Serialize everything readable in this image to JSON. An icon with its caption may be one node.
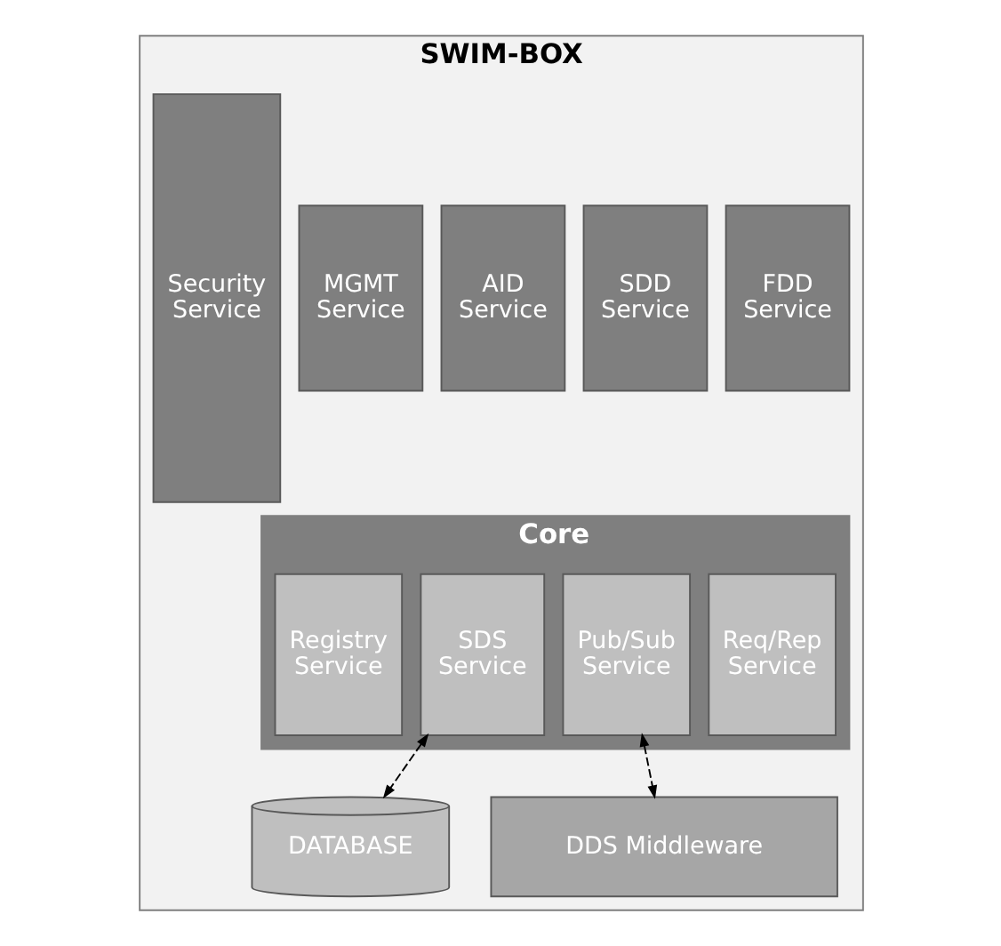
{
  "diagram": {
    "nodes": [
      {
        "text": [
          "SWIM-BOX"
        ]
      },
      {
        "text": [
          "FDD Service"
        ],
        "in": 0
      },
      {
        "text": [
          "SDD Service"
        ],
        "in": 0
      },
      {
        "text": [
          "AID Service"
        ],
        "in": 0
      },
      {
        "text": [
          "MGMT Service"
        ],
        "in": 0
      },
      {
        "text": [
          "Security Service"
        ],
        "in": 0
      },
      {
        "text": [
          "Core"
        ],
        "in": 0
      },
      {
        "text": [
          "Req/Rep Service"
        ],
        "in": 6
      },
      {
        "text": [
          "Pub/Sub Service"
        ],
        "in": 6
      },
      {
        "text": [
          "SDS Service"
        ],
        "in": 6
      },
      {
        "text": [
          "Registry Service"
        ],
        "in": 6
      },
      {
        "text": [
          "DDS Middleware"
        ],
        "in": 0
      },
      {
        "text": [
          "DATABASE"
        ],
        "in": 0
      }
    ],
    "edges": [
      {
        "from": 8,
        "to": 11,
        "arrow": "both",
        "style": "dashed"
      },
      {
        "from": 9,
        "to": 12,
        "arrow": "both",
        "style": "dashed"
      }
    ]
  }
}
